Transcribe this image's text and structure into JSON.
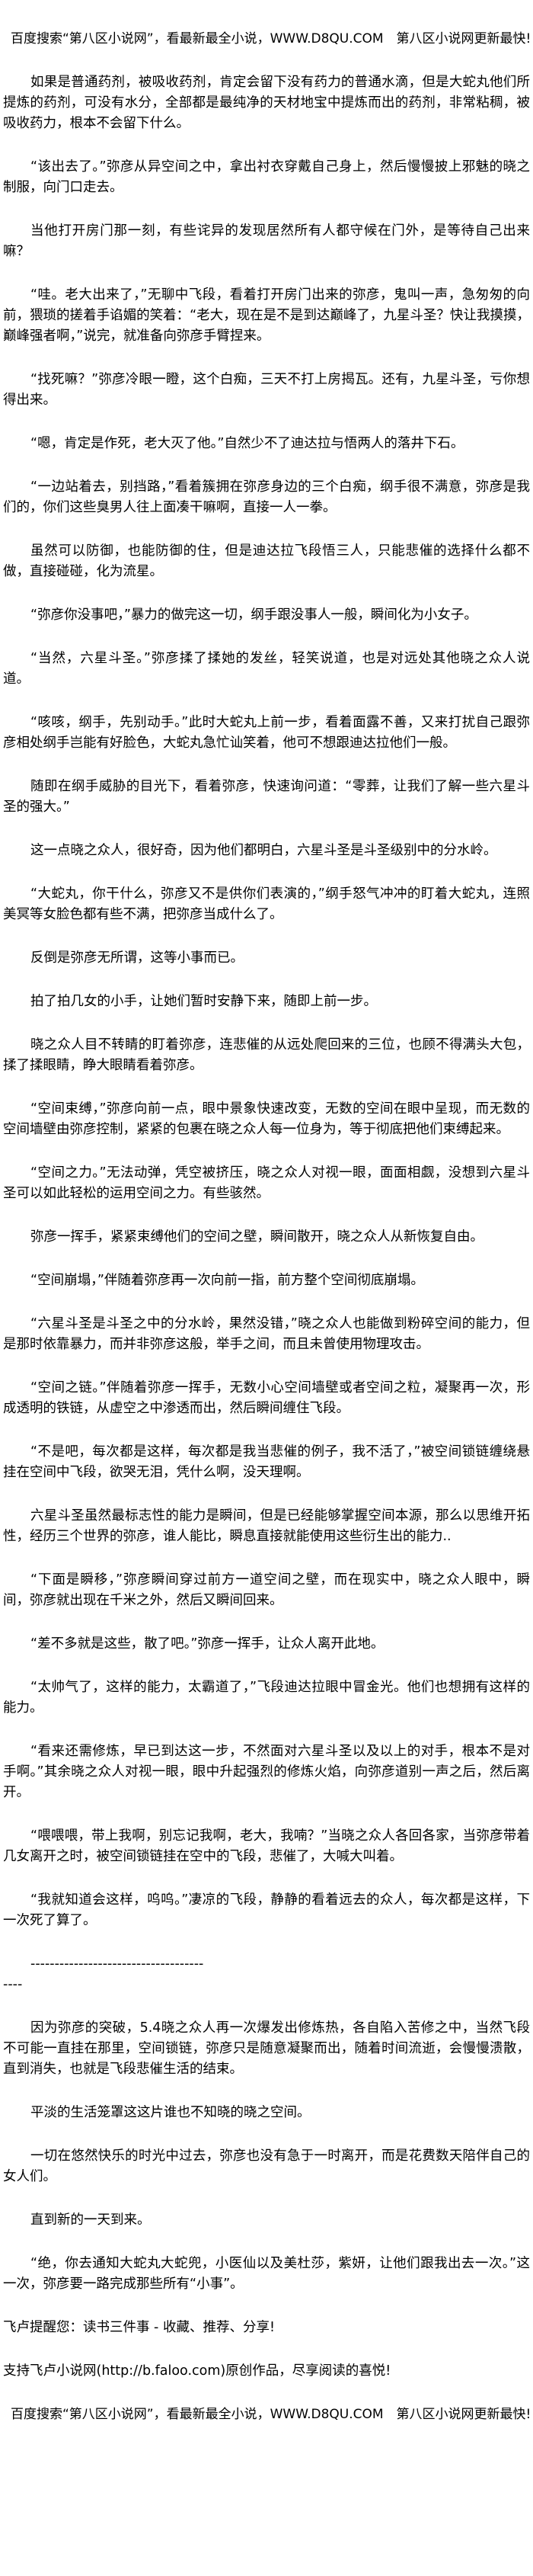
{
  "banner_top": "百度搜索“第八区小说网”，看最新最全小说，WWW.D8QU.COM　第八区小说网更新最快!",
  "paragraphs": [
    "如果是普通药剂，被吸收药剂，肯定会留下没有药力的普通水滴，但是大蛇丸他们所提炼的药剂，可没有水分，全部都是最纯净的天材地宝中提炼而出的药剂，非常粘稠，被吸收药力，根本不会留下什么。",
    "“该出去了。”弥彦从异空间之中，拿出衬衣穿戴自己身上，然后慢慢披上邪魅的晓之制服，向门口走去。",
    "当他打开房门那一刻，有些诧异的发现居然所有人都守候在门外，是等待自己出来嘛？",
    "“哇。老大出来了，”无聊中飞段，看着打开房门出来的弥彦，鬼叫一声，急匆匆的向前，猥琐的搓着手谄媚的笑着：“老大，现在是不是到达巅峰了，九星斗圣？快让我摸摸，巅峰强者啊，”说完，就准备向弥彦手臂捏来。",
    "“找死嘛？”弥彦冷眼一瞪，这个白痴，三天不打上房揭瓦。还有，九星斗圣，亏你想得出来。",
    "“嗯，肯定是作死，老大灭了他。”自然少不了迪达拉与悟两人的落井下石。",
    "“一边站着去，别挡路，”看着簇拥在弥彦身边的三个白痴，纲手很不满意，弥彦是我们的，你们这些臭男人往上面凑干嘛啊，直接一人一拳。",
    "虽然可以防御，也能防御的住，但是迪达拉飞段悟三人，只能悲催的选择什么都不做，直接碰碰，化为流星。",
    "“弥彦你没事吧，”暴力的做完这一切，纲手跟没事人一般，瞬间化为小女子。",
    "“当然，六星斗圣。”弥彦揉了揉她的发丝，轻笑说道，也是对远处其他晓之众人说道。",
    "“咳咳，纲手，先别动手。”此时大蛇丸上前一步，看着面露不善，又来打扰自己跟弥彦相处纲手岂能有好脸色，大蛇丸急忙讪笑着，他可不想跟迪达拉他们一般。",
    "随即在纲手威胁的目光下，看着弥彦，快速询问道：“零葬，让我们了解一些六星斗圣的强大。”",
    "这一点晓之众人，很好奇，因为他们都明白，六星斗圣是斗圣级别中的分水岭。",
    "“大蛇丸，你干什么，弥彦又不是供你们表演的，”纲手怒气冲冲的盯着大蛇丸，连照美冥等女脸色都有些不满，把弥彦当成什么了。",
    "反倒是弥彦无所谓，这等小事而已。",
    "拍了拍几女的小手，让她们暂时安静下来，随即上前一步。",
    "晓之众人目不转睛的盯着弥彦，连悲催的从远处爬回来的三位，也顾不得满头大包，揉了揉眼睛，睁大眼睛看着弥彦。",
    "“空间束缚，”弥彦向前一点，眼中景象快速改变，无数的空间在眼中呈现，而无数的空间墙壁由弥彦控制，紧紧的包裹在晓之众人每一位身为，等于彻底把他们束缚起来。",
    "“空间之力。”无法动弹，凭空被挤压，晓之众人对视一眼，面面相觑，没想到六星斗圣可以如此轻松的运用空间之力。有些骇然。",
    "弥彦一挥手，紧紧束缚他们的空间之壁，瞬间散开，晓之众人从新恢复自由。",
    "“空间崩塌，”伴随着弥彦再一次向前一指，前方整个空间彻底崩塌。",
    "“六星斗圣是斗圣之中的分水岭，果然没错，”晓之众人也能做到粉碎空间的能力，但是那时依靠暴力，而并非弥彦这般，举手之间，而且未曾使用物理攻击。",
    "“空间之链。”伴随着弥彦一挥手，无数小心空间墙壁或者空间之粒，凝聚再一次，形成透明的铁链，从虚空之中渗透而出，然后瞬间缠住飞段。",
    "“不是吧，每次都是这样，每次都是我当悲催的例子，我不活了，”被空间锁链缠绕悬挂在空间中飞段，欲哭无泪，凭什么啊，没天理啊。",
    "六星斗圣虽然最标志性的能力是瞬间，但是已经能够掌握空间本源，那么以思维开拓性，经历三个世界的弥彦，谁人能比，瞬息直接就能使用这些衍生出的能力..",
    "“下面是瞬移，”弥彦瞬间穿过前方一道空间之壁，而在现实中，晓之众人眼中，瞬间，弥彦就出现在千米之外，然后又瞬间回来。",
    "“差不多就是这些，散了吧。”弥彦一挥手，让众人离开此地。",
    "“太帅气了，这样的能力，太霸道了，”飞段迪达拉眼中冒金光。他们也想拥有这样的能力。",
    "“看来还需修炼，早已到达这一步，不然面对六星斗圣以及以上的对手，根本不是对手啊。”其余晓之众人对视一眼，眼中升起强烈的修炼火焰，向弥彦道别一声之后，然后离开。",
    "“喂喂喂，带上我啊，别忘记我啊，老大，我喃？”当晓之众人各回各家，当弥彦带着几女离开之时，被空间锁链挂在空中的飞段，悲催了，大喊大叫着。",
    "“我就知道会这样，呜呜。”凄凉的飞段，静静的看着远去的众人，每次都是这样，下一次死了算了。"
  ],
  "divider": "------------------------------------",
  "divider_tail": "----",
  "paragraphs_after": [
    "因为弥彦的突破，5.4晓之众人再一次爆发出修炼热，各自陷入苦修之中，当然飞段不可能一直挂在那里，空间锁链，弥彦只是随意凝聚而出，随着时间流逝，会慢慢溃散，直到消失，也就是飞段悲催生活的结束。",
    "平淡的生活笼罩这这片谁也不知晓的晓之空间。",
    "一切在悠然快乐的时光中过去，弥彦也没有急于一时离开，而是花费数天陪伴自己的女人们。",
    "直到新的一天到来。",
    "“绝，你去通知大蛇丸大蛇兜，小医仙以及美杜莎，紫妍，让他们跟我出去一次。”这一次，弥彦要一路完成那些所有“小事”。"
  ],
  "footer": {
    "reminder": "飞卢提醒您：读书三件事 - 收藏、推荐、分享!",
    "support": "支持飞卢小说网(http://b.faloo.com)原创作品，尽享阅读的喜悦!",
    "banner_bottom": "百度搜索“第八区小说网”，看最新最全小说，WWW.D8QU.COM　第八区小说网更新最快!"
  }
}
